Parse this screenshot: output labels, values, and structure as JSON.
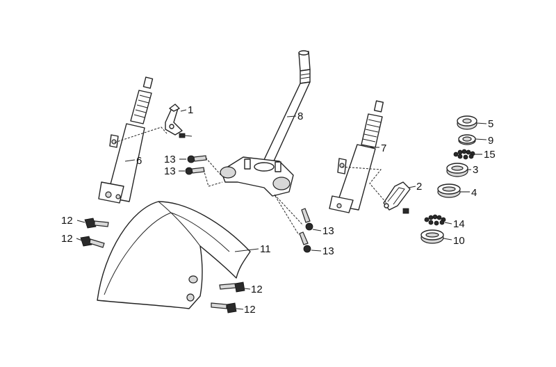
{
  "diagram": {
    "callouts": [
      {
        "id": "1",
        "label": "1"
      },
      {
        "id": "2",
        "label": "2"
      },
      {
        "id": "3",
        "label": "3"
      },
      {
        "id": "4",
        "label": "4"
      },
      {
        "id": "5",
        "label": "5"
      },
      {
        "id": "6",
        "label": "6"
      },
      {
        "id": "7",
        "label": "7"
      },
      {
        "id": "8",
        "label": "8"
      },
      {
        "id": "9",
        "label": "9"
      },
      {
        "id": "10",
        "label": "10"
      },
      {
        "id": "11",
        "label": "11"
      },
      {
        "id": "12a",
        "label": "12"
      },
      {
        "id": "12b",
        "label": "12"
      },
      {
        "id": "12c",
        "label": "12"
      },
      {
        "id": "12d",
        "label": "12"
      },
      {
        "id": "13a",
        "label": "13"
      },
      {
        "id": "13b",
        "label": "13"
      },
      {
        "id": "13c",
        "label": "13"
      },
      {
        "id": "13d",
        "label": "13"
      },
      {
        "id": "14",
        "label": "14"
      },
      {
        "id": "15",
        "label": "15"
      }
    ]
  }
}
